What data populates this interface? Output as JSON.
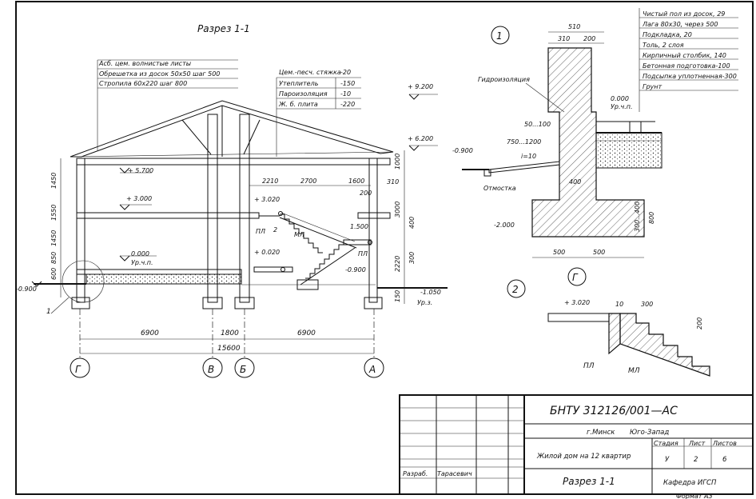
{
  "section_title": "Разрез 1-1",
  "roof_spec": [
    "Асб. цем. волнистые листы",
    "Обрешетка из досок 50х50 шаг 500",
    "Стропила 60х220 шаг 800"
  ],
  "slab_spec": [
    {
      "name": "Цем.-песч. стяжка",
      "value": "-20"
    },
    {
      "name": "Утеплитель",
      "value": "-150"
    },
    {
      "name": "Пароизоляция",
      "value": "-10"
    },
    {
      "name": "Ж. б. плита",
      "value": "-220"
    }
  ],
  "levels": {
    "l9200": "+ 9.200",
    "l6200": "+ 6.200",
    "l5700": "+ 5.700",
    "l3000": "+ 3.000",
    "l3020": "+ 3.020",
    "l1500": "1.500",
    "l0000": "0.000",
    "l0020": "+ 0.020",
    "m0900a": "-0.900",
    "m0900b": "-0.900",
    "m1050": "-1.050",
    "upn": "Ур.ч.п.",
    "upz": "Ур.з."
  },
  "left_dims": [
    "1450",
    "1550",
    "1450",
    "850",
    "600"
  ],
  "right_dims": [
    "1000",
    "3000",
    "2220",
    "150"
  ],
  "right_small": [
    "310",
    "200",
    "400",
    "300"
  ],
  "stair_dims": [
    "2210",
    "2700",
    "1600"
  ],
  "stair_tags": {
    "pl": "ПЛ",
    "ml": "МЛ",
    "two": "2"
  },
  "one_tag": "1",
  "span_dims": [
    "6900",
    "1800",
    "6900"
  ],
  "total_dim": "15600",
  "axes": [
    "Г",
    "В",
    "Б",
    "А"
  ],
  "node1": {
    "number": "1",
    "layers": [
      "Чистый пол из досок, 29",
      "Лага 80х30, через 500",
      "Подкладка, 20",
      "Толь, 2 слоя",
      "Кирпичный столбик, 140",
      "Бетонная подготовка-100",
      "Подсыпка уплотненная-300",
      "Грунт"
    ],
    "top_dims": [
      "510",
      "310",
      "200"
    ],
    "waterproofing": "Гидроизоляция",
    "d50_100": "50...100",
    "d750_1200": "750...1200",
    "slope": "i=10",
    "blind_area": "Отмостка",
    "lvl_0000": "0.000",
    "lvl_upn": "Ур.ч.п.",
    "lvl_m0900": "-0.900",
    "lvl_m2000": "-2.000",
    "wall": "400",
    "footing_h": "300...400",
    "footing_total": "800",
    "bottom_dims": [
      "500",
      "500"
    ],
    "axis": "Г"
  },
  "node2": {
    "number": "2",
    "lvl": "+ 3.020",
    "d10": "10",
    "d300": "300",
    "d200": "200",
    "pl": "ПЛ",
    "ml": "МЛ"
  },
  "stamp": {
    "doc_code": "БНТУ   312126/001—АС",
    "city": "г.Минск",
    "district": "Юго-Запад",
    "project": "Жилой дом на 12 квартир",
    "stage_h": "Стадия",
    "sheet_h": "Лист",
    "sheets_h": "Листов",
    "stage": "У",
    "sheet": "2",
    "sheets": "6",
    "role": "Разраб.",
    "author": "Тарасевич",
    "title": "Разрез 1-1",
    "dept": "Кафедра ИГСП"
  },
  "format": "Формат А3"
}
